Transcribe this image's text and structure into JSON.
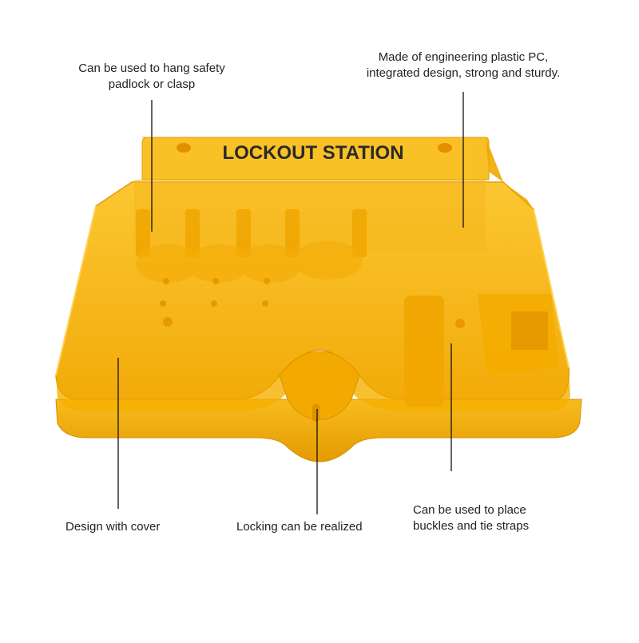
{
  "product": {
    "front_label": "LOCKOUT STATION",
    "body_color": "#f7b614",
    "accent_color": "#e39a00",
    "text_color": "#2a2a2a"
  },
  "callouts": {
    "hang_padlock": [
      "Can be used to hang safety",
      "padlock or clasp"
    ],
    "material": [
      "Made of engineering plastic PC,",
      "integrated design, strong and sturdy."
    ],
    "cover": [
      "Design with cover"
    ],
    "locking": [
      "Locking can be realized"
    ],
    "buckles": [
      "Can be used to place",
      "buckles and tie straps"
    ]
  }
}
